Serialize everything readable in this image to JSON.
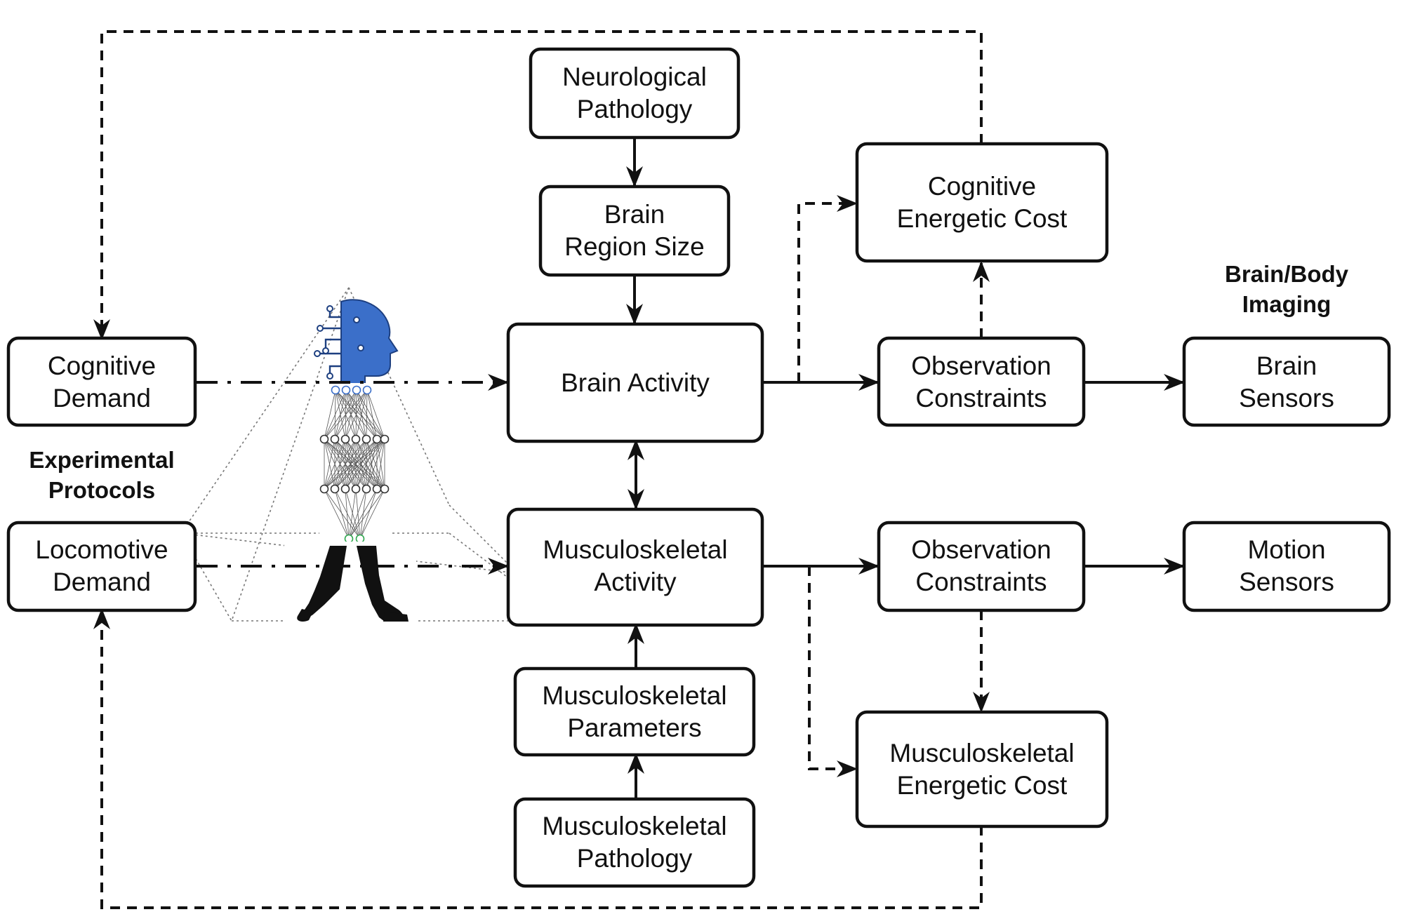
{
  "diagram": {
    "labels": {
      "experimental_protocols": [
        "Experimental",
        "Protocols"
      ],
      "brain_body_imaging": [
        "Brain/Body",
        "Imaging"
      ]
    },
    "nodes": {
      "neurological_pathology": [
        "Neurological",
        "Pathology"
      ],
      "brain_region_size": [
        "Brain",
        "Region Size"
      ],
      "brain_activity": [
        "Brain Activity"
      ],
      "musculoskeletal_activity": [
        "Musculoskeletal",
        "Activity"
      ],
      "musculoskeletal_parameters": [
        "Musculoskeletal",
        "Parameters"
      ],
      "musculoskeletal_pathology": [
        "Musculoskeletal",
        "Pathology"
      ],
      "cognitive_demand": [
        "Cognitive",
        "Demand"
      ],
      "locomotive_demand": [
        "Locomotive",
        "Demand"
      ],
      "cognitive_energetic_cost": [
        "Cognitive",
        "Energetic Cost"
      ],
      "observation_constraints_brain": [
        "Observation",
        "Constraints"
      ],
      "brain_sensors": [
        "Brain",
        "Sensors"
      ],
      "observation_constraints_motion": [
        "Observation",
        "Constraints"
      ],
      "motion_sensors": [
        "Motion",
        "Sensors"
      ],
      "musculoskeletal_energetic_cost": [
        "Musculoskeletal",
        "Energetic Cost"
      ]
    },
    "edges": [
      {
        "from": "neurological_pathology",
        "to": "brain_region_size",
        "style": "solid"
      },
      {
        "from": "brain_region_size",
        "to": "brain_activity",
        "style": "solid"
      },
      {
        "from": "brain_activity",
        "to": "musculoskeletal_activity",
        "style": "solid-bidirectional"
      },
      {
        "from": "musculoskeletal_parameters",
        "to": "musculoskeletal_activity",
        "style": "solid"
      },
      {
        "from": "musculoskeletal_pathology",
        "to": "musculoskeletal_parameters",
        "style": "solid"
      },
      {
        "from": "brain_activity",
        "to": "observation_constraints_brain",
        "style": "solid"
      },
      {
        "from": "observation_constraints_brain",
        "to": "brain_sensors",
        "style": "solid"
      },
      {
        "from": "musculoskeletal_activity",
        "to": "observation_constraints_motion",
        "style": "solid"
      },
      {
        "from": "observation_constraints_motion",
        "to": "motion_sensors",
        "style": "solid"
      },
      {
        "from": "cognitive_demand",
        "to": "brain_activity",
        "style": "dash-dot"
      },
      {
        "from": "locomotive_demand",
        "to": "musculoskeletal_activity",
        "style": "dash-dot"
      },
      {
        "from": "brain_activity",
        "to": "cognitive_energetic_cost",
        "style": "dashed"
      },
      {
        "from": "observation_constraints_brain",
        "to": "cognitive_energetic_cost",
        "style": "dashed"
      },
      {
        "from": "musculoskeletal_activity",
        "to": "musculoskeletal_energetic_cost",
        "style": "dashed"
      },
      {
        "from": "observation_constraints_motion",
        "to": "musculoskeletal_energetic_cost",
        "style": "dashed"
      },
      {
        "from": "cognitive_energetic_cost",
        "to": "cognitive_demand",
        "style": "dashed"
      },
      {
        "from": "musculoskeletal_energetic_cost",
        "to": "locomotive_demand",
        "style": "dashed"
      }
    ],
    "colors": {
      "stroke": "#111111",
      "head_fill": "#3b6fc9",
      "network_line": "#555555",
      "input_nodes": "#3b6fc9",
      "output_nodes": "#2fa84f"
    },
    "icons": [
      "ai-head-icon",
      "neural-network-icon",
      "walking-legs-icon"
    ]
  }
}
